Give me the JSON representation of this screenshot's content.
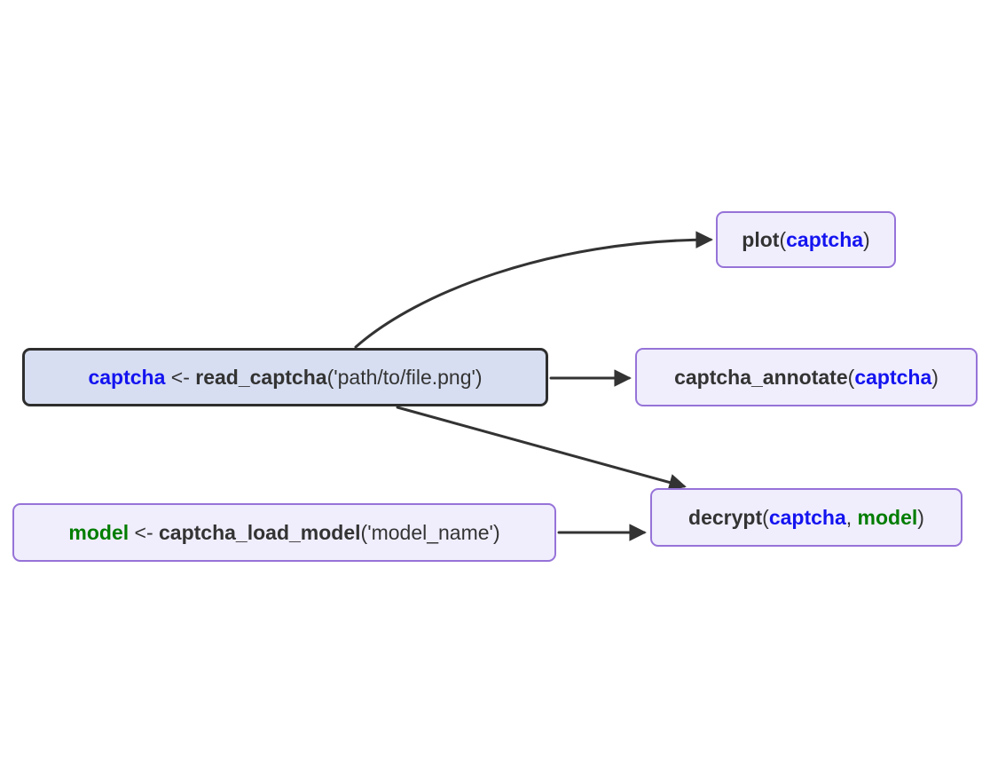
{
  "palette": {
    "background": "#ffffff",
    "edge": "#333333",
    "text": "#333333",
    "accent-blue": "#1414f0",
    "accent-green": "#007d00",
    "main-node-fill": "#d7def1",
    "main-node-border": "#2e2e2e",
    "light-node-fill": "#f0edfd",
    "light-node-border": "#9673d8"
  },
  "diagram": {
    "type": "flowchart",
    "nodes": {
      "read_captcha": {
        "full_text": "captcha <- read_captcha('path/to/file.png')",
        "segments": [
          {
            "text": "captcha",
            "role": "variable-blue"
          },
          {
            "text": " <- ",
            "role": "plain"
          },
          {
            "text": "read_captcha",
            "role": "function"
          },
          {
            "text": "('path/to/file.png')",
            "role": "plain"
          }
        ]
      },
      "plot": {
        "full_text": "plot(captcha)",
        "segments": [
          {
            "text": "plot",
            "role": "function"
          },
          {
            "text": "(",
            "role": "plain"
          },
          {
            "text": "captcha",
            "role": "variable-blue"
          },
          {
            "text": ")",
            "role": "plain"
          }
        ]
      },
      "captcha_annotate": {
        "full_text": "captcha_annotate(captcha)",
        "segments": [
          {
            "text": "captcha_annotate",
            "role": "function"
          },
          {
            "text": "(",
            "role": "plain"
          },
          {
            "text": "captcha",
            "role": "variable-blue"
          },
          {
            "text": ")",
            "role": "plain"
          }
        ]
      },
      "decrypt": {
        "full_text": "decrypt(captcha, model)",
        "segments": [
          {
            "text": "decrypt",
            "role": "function"
          },
          {
            "text": "(",
            "role": "plain"
          },
          {
            "text": "captcha",
            "role": "variable-blue"
          },
          {
            "text": ", ",
            "role": "plain"
          },
          {
            "text": "model",
            "role": "variable-green"
          },
          {
            "text": ")",
            "role": "plain"
          }
        ]
      },
      "captcha_load_model": {
        "full_text": "model <- captcha_load_model('model_name')",
        "segments": [
          {
            "text": "model",
            "role": "variable-green"
          },
          {
            "text": " <- ",
            "role": "plain"
          },
          {
            "text": "captcha_load_model",
            "role": "function"
          },
          {
            "text": "('model_name')",
            "role": "plain"
          }
        ]
      }
    },
    "edges": [
      {
        "from": "read_captcha",
        "to": "plot"
      },
      {
        "from": "read_captcha",
        "to": "captcha_annotate"
      },
      {
        "from": "read_captcha",
        "to": "decrypt"
      },
      {
        "from": "captcha_load_model",
        "to": "decrypt"
      }
    ]
  }
}
